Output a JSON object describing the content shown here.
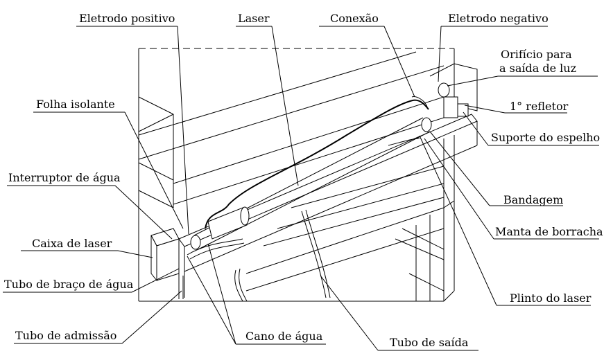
{
  "labels": {
    "eletrodo_positivo": "Eletrodo positivo",
    "laser": "Laser",
    "conexao": "Conexão",
    "eletrodo_negativo": "Eletrodo negativo",
    "orificio_1": "Orifício para",
    "orificio_2": "a saída de luz",
    "folha_isolante": "Folha isolante",
    "refletor": "1° refletor",
    "suporte_espelho": "Suporte do espelho",
    "interruptor_agua": "Interruptor de água",
    "bandagem": "Bandagem",
    "manta_borracha": "Manta de borracha",
    "caixa_laser": "Caixa de laser",
    "tubo_braco": "Tubo de braço de água",
    "plinto": "Plinto do laser",
    "tubo_admissao": "Tubo de admissão",
    "cano_agua": "Cano de água",
    "tubo_saida": "Tubo de saída"
  }
}
